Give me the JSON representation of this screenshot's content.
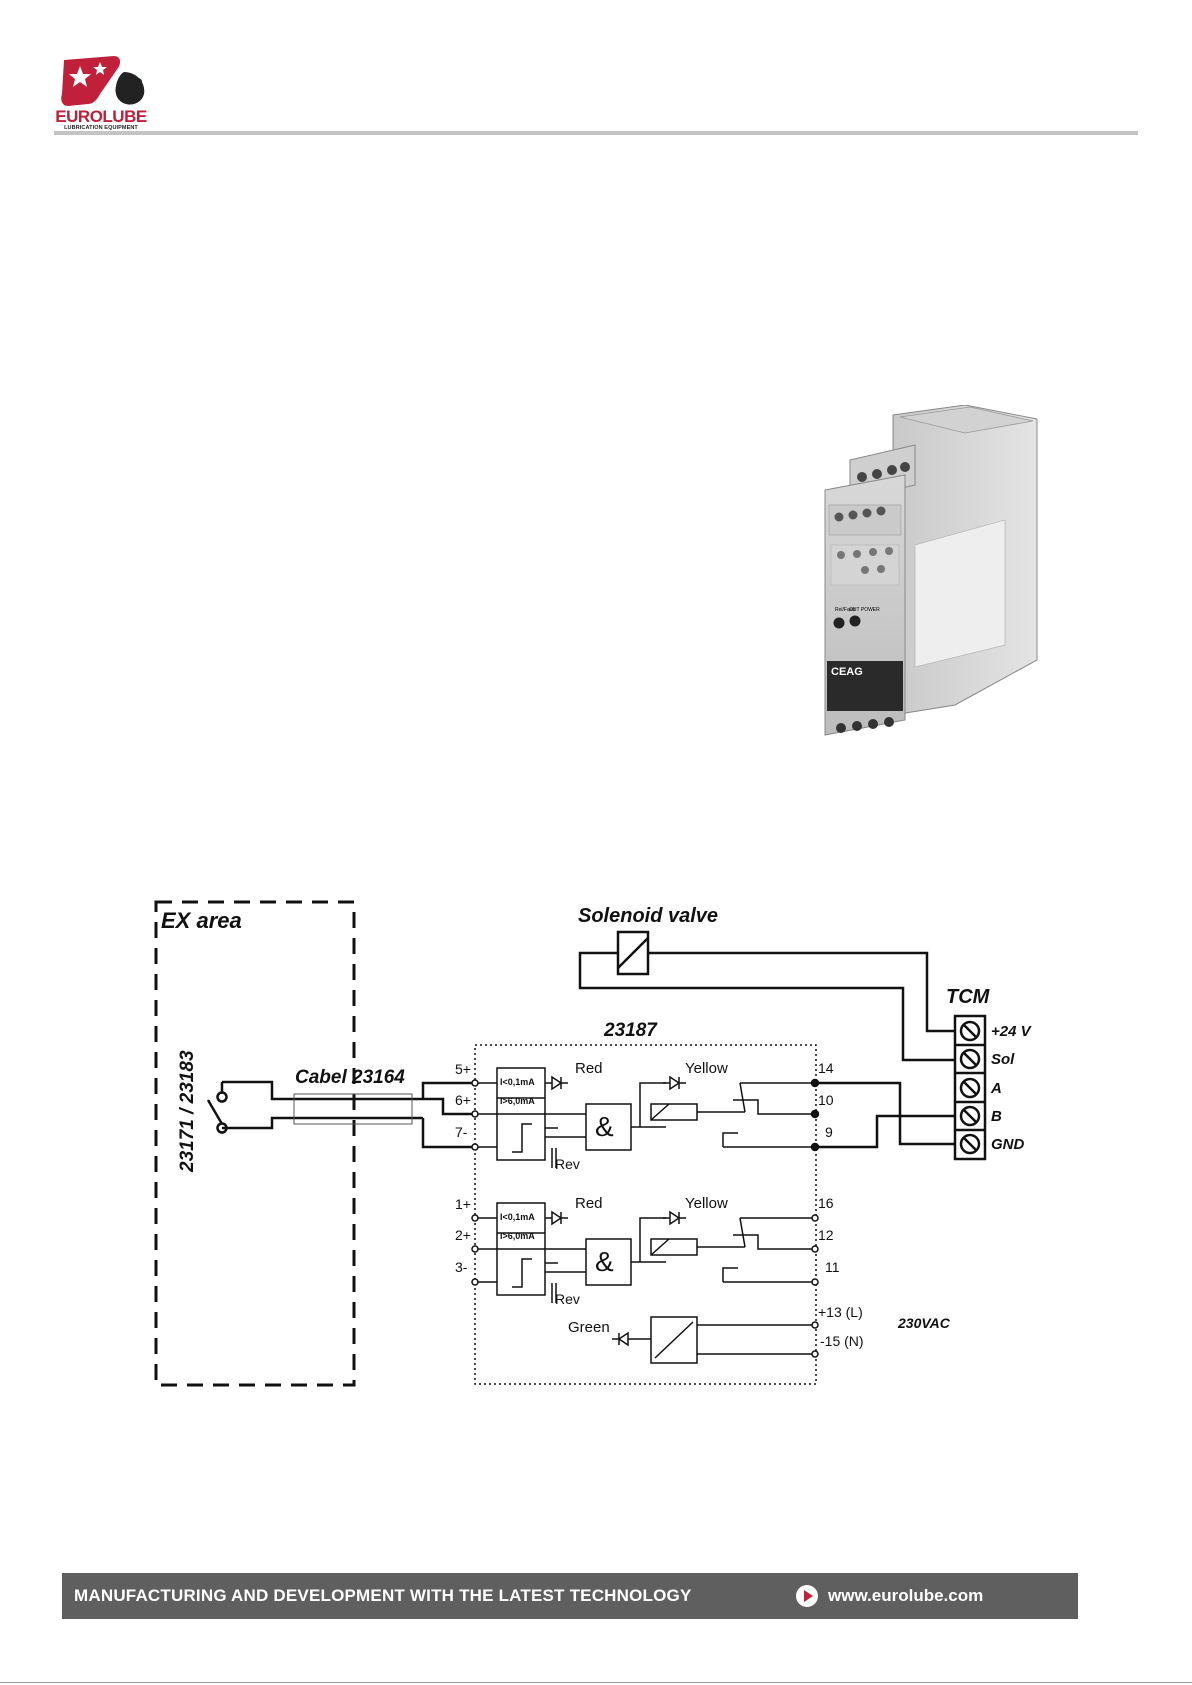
{
  "brand": {
    "name": "EUROLUBE",
    "tagline": "LUBRICATION EQUIPMENT",
    "color": "#c0203a"
  },
  "product_photo": {
    "brand_label": "CEAG",
    "led_labels": [
      "Rel/Fault",
      "OUT POWER"
    ]
  },
  "diagram": {
    "ex_area_label": "EX area",
    "switch_label": "23171 / 23183",
    "cable_label": "Cabel 23164",
    "solenoid_label": "Solenoid valve",
    "module_label": "23187",
    "tcm_label": "TCM",
    "tcm_terminals": [
      "+24 V",
      "Sol",
      "A",
      "B",
      "GND"
    ],
    "channel1_inputs": [
      "5+",
      "6+",
      "7-"
    ],
    "channel1_outputs": [
      "14",
      "10",
      "9"
    ],
    "channel2_inputs": [
      "1+",
      "2+",
      "3-"
    ],
    "channel2_outputs": [
      "16",
      "12",
      "11"
    ],
    "threshold_low": "I<0,1mA",
    "threshold_high": "I>6,0mA",
    "and_symbol": "&",
    "red_led": "Red",
    "yellow_led": "Yellow",
    "green_led": "Green",
    "rev_label": "Rev",
    "power_terminals": [
      "+13 (L)",
      "-15 (N)"
    ],
    "supply_label": "230VAC"
  },
  "footer": {
    "slogan": "MANUFACTURING AND DEVELOPMENT WITH THE LATEST TECHNOLOGY",
    "url": "www.eurolube.com",
    "background": "#5f5f5f"
  }
}
